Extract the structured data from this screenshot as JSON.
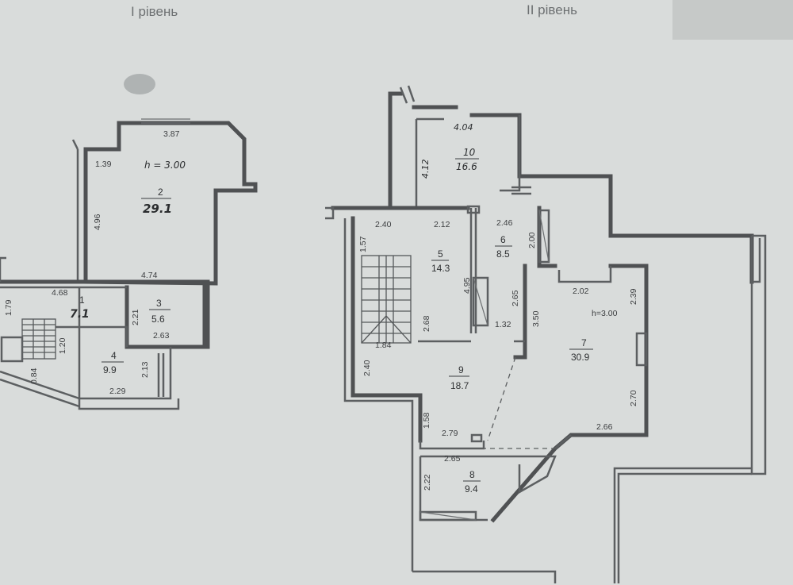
{
  "levels": {
    "level1": "І рівень",
    "level2": "ІІ рівень"
  },
  "rooms": {
    "r1": {
      "num": "1",
      "area": "7.1"
    },
    "r2": {
      "num": "2",
      "area": "29.1",
      "height": "h = 3.00"
    },
    "r3": {
      "num": "3",
      "area": "5.6"
    },
    "r4": {
      "num": "4",
      "area": "9.9"
    },
    "r5": {
      "num": "5",
      "area": "14.3"
    },
    "r6": {
      "num": "6",
      "area": "8.5"
    },
    "r7": {
      "num": "7",
      "area": "30.9",
      "height": "h=3.00"
    },
    "r8": {
      "num": "8",
      "area": "9.4"
    },
    "r9": {
      "num": "9",
      "area": "18.7"
    },
    "r10": {
      "num": "10",
      "area": "16.6"
    }
  },
  "dims": {
    "d387": "3.87",
    "d139": "1.39",
    "d496": "4.96",
    "d474": "4.74",
    "d468": "4.68",
    "d179": "1.79",
    "d120": "1.20",
    "d084": "0.84",
    "d221": "2.21",
    "d263": "2.63",
    "d213": "2.13",
    "d229": "2.29",
    "d404": "4.04",
    "d412": "4.12",
    "d240a": "2.40",
    "d212": "2.12",
    "d157": "1.57",
    "d246": "2.46",
    "d200": "2.00",
    "d495": "4.95",
    "d268": "2.68",
    "d184": "1.84",
    "d240b": "2.40",
    "d265a": "2.65",
    "d132": "1.32",
    "d202": "2.02",
    "d239": "2.39",
    "d350": "3.50",
    "d270": "2.70",
    "d266": "2.66",
    "d158": "1.58",
    "d279": "2.79",
    "d265b": "2.65",
    "d222": "2.22"
  }
}
